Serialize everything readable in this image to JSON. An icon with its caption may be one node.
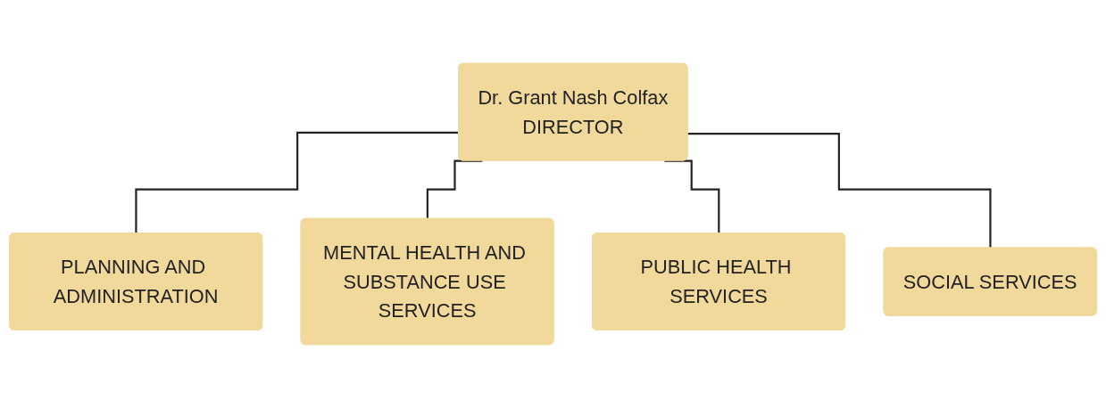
{
  "diagram": {
    "nodes": [
      {
        "text": [
          "Dr. Grant Nash Colfax",
          "DIRECTOR"
        ]
      },
      {
        "text": [
          "PLANNING AND ADMINISTRATION"
        ]
      },
      {
        "text": [
          "MENTAL HEALTH AND SUBSTANCE USE SERVICES"
        ]
      },
      {
        "text": [
          "PUBLIC HEALTH SERVICES"
        ]
      },
      {
        "text": [
          "SOCIAL SERVICES"
        ]
      }
    ],
    "edges": [
      {
        "from": 0,
        "to": 1,
        "arrow": "none"
      },
      {
        "from": 0,
        "to": 2,
        "arrow": "none"
      },
      {
        "from": 0,
        "to": 3,
        "arrow": "none"
      },
      {
        "from": 0,
        "to": 4,
        "arrow": "none"
      }
    ]
  }
}
